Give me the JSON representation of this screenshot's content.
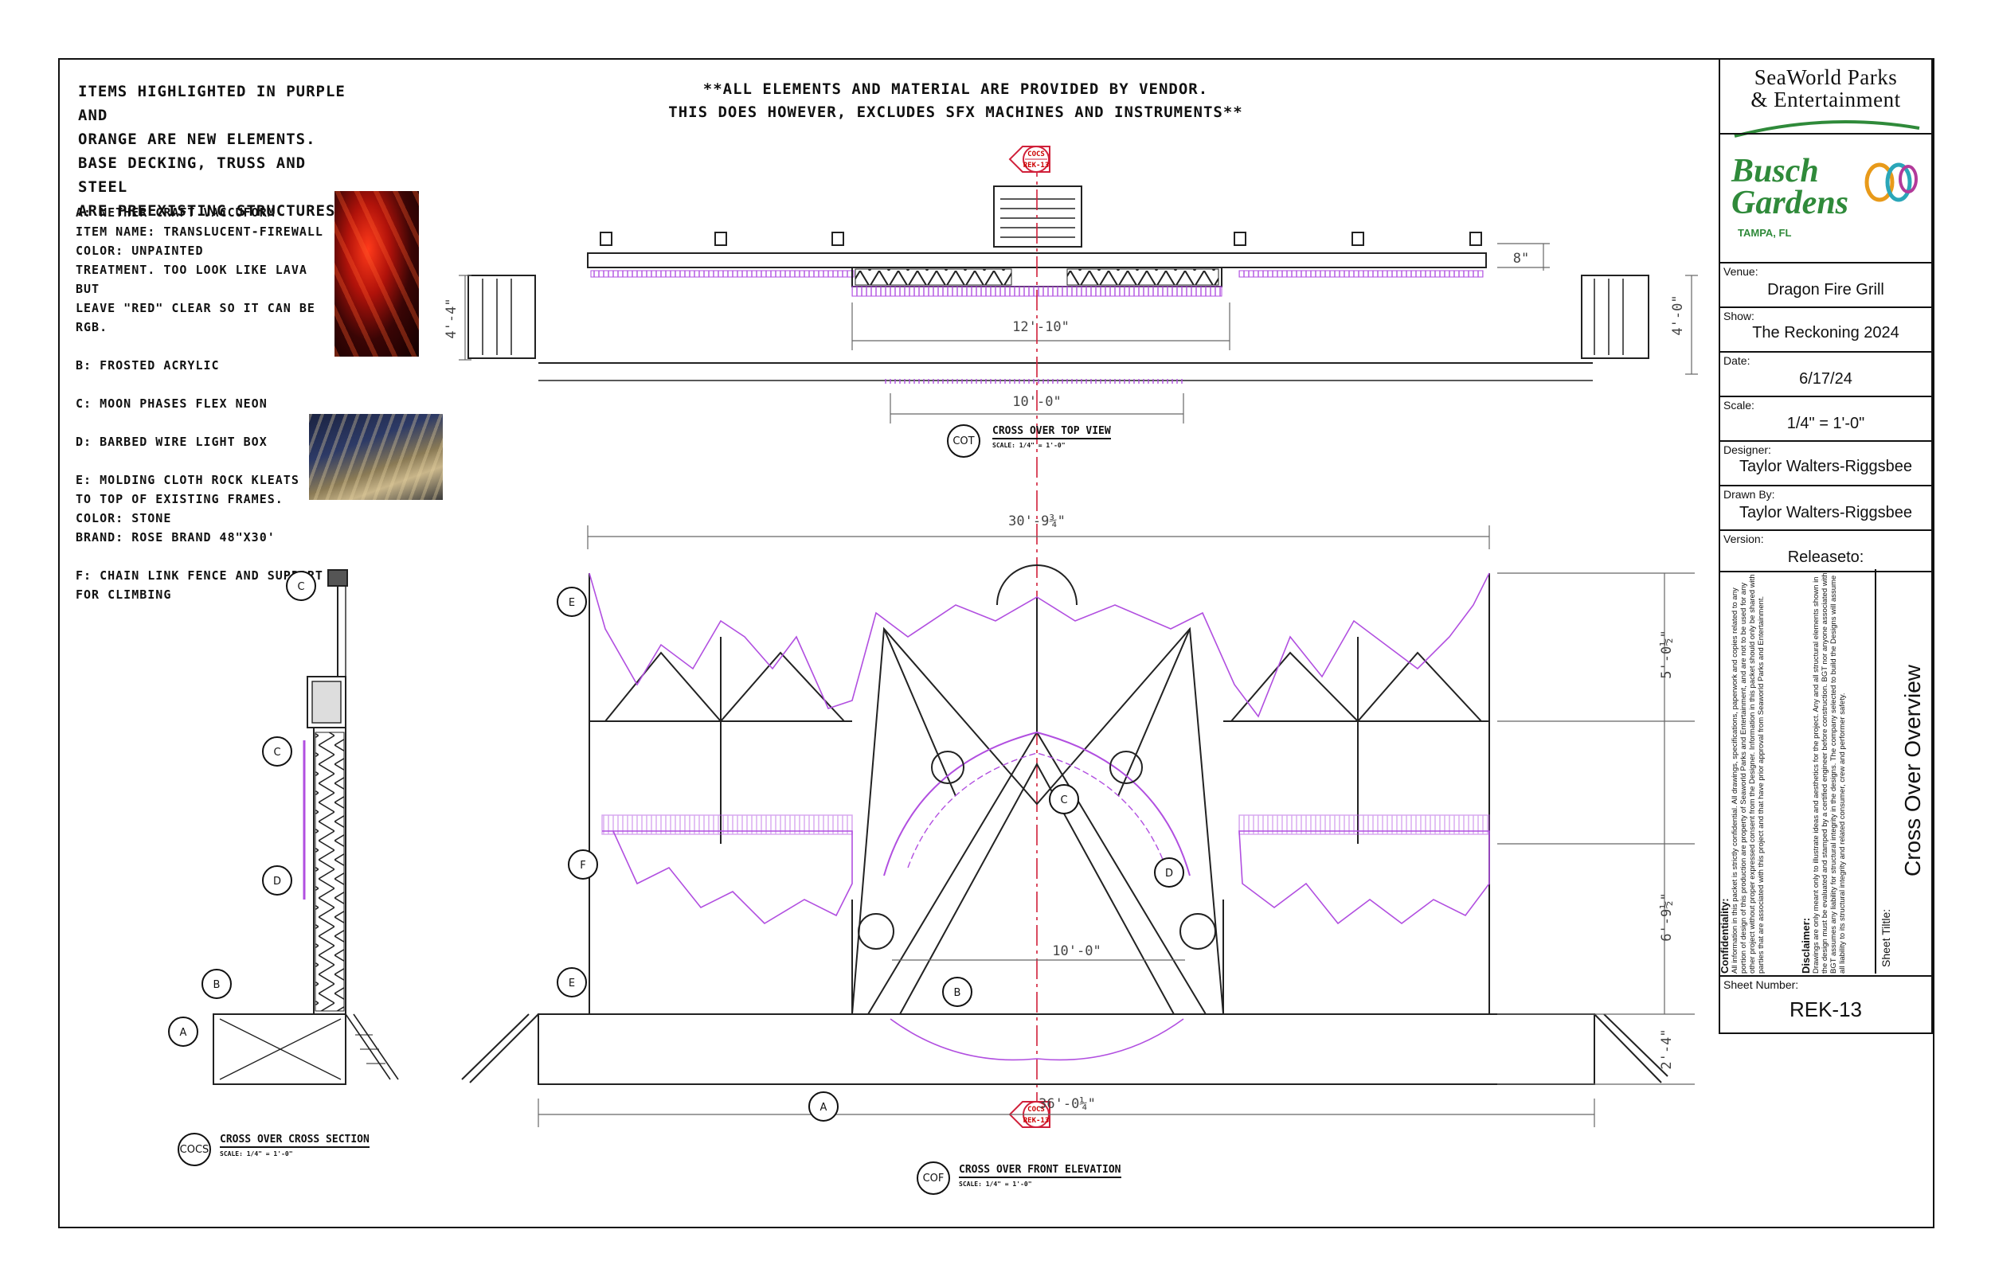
{
  "notes": {
    "line1": "Items highlighted in purple and",
    "line2": "orange are new elements.",
    "line3": "Base decking, truss and steel",
    "line4": "are preexisting structures."
  },
  "vendor_note": {
    "line1": "**All elements and material are provided by vendor.",
    "line2": "This does however, excludes SFX machines and instruments**"
  },
  "legend": [
    {
      "text": "A: Nether Craft Vaccuform\nItem name: Translucent-Firewall\nColor: Unpainted\nTreatment. Too look like lava but\nleave \"red\" clear so it can be RGB."
    },
    {
      "text": "B: Frosted Acrylic"
    },
    {
      "text": "C: Moon phases flex neon"
    },
    {
      "text": "D: Barbed wire light box"
    },
    {
      "text": "E: Molding cloth rock kleats\nto top of existing frames.\nColor: Stone\nBrand: Rose Brand 48\"x30'"
    },
    {
      "text": "F: Chain link fence and support\nfor climbing"
    }
  ],
  "dimensions": {
    "top_12_10": "12'-10\"",
    "top_10_0": "10'-0\"",
    "top_4_4": "4'-4\"",
    "top_4_0": "4'-0\"",
    "top_8": "8\"",
    "front_30_9": "30'-9¾\"",
    "front_5_0": "5'-0½\"",
    "front_6_9": "6'-9½\"",
    "front_2_4": "2'-4\"",
    "front_36_0": "36'-0¼\"",
    "front_10_0": "10'-0\""
  },
  "callouts": {
    "a": "A",
    "b": "B",
    "c": "C",
    "d": "D",
    "e": "E",
    "f": "F",
    "section_code": "COCS",
    "section_sheet": "REK-13",
    "cot": "COT",
    "cof": "COF",
    "cocs": "COCS"
  },
  "views": {
    "top_title": "Cross Over Top View",
    "top_scale": "Scale: 1/4\" = 1'-0\"",
    "section_title": "Cross Over Cross Section",
    "section_scale": "Scale: 1/4\" = 1'-0\"",
    "front_title": "Cross Over Front Elevation",
    "front_scale": "Scale: 1/4\" = 1'-0\""
  },
  "title_block": {
    "company_line1": "SeaWorld Parks",
    "company_line2": "& Entertainment",
    "logo_text_1": "Busch",
    "logo_text_2": "Gardens",
    "logo_location": "TAMPA, FL",
    "venue_label": "Venue:",
    "venue": "Dragon Fire Grill",
    "show_label": "Show:",
    "show": "The Reckoning 2024",
    "date_label": "Date:",
    "date": "6/17/24",
    "scale_label": "Scale:",
    "scale": "1/4\" = 1'-0\"",
    "designer_label": "Designer:",
    "designer": "Taylor Walters-Riggsbee",
    "drawn_label": "Drawn By:",
    "drawn_by": "Taylor Walters-Riggsbee",
    "version_label": "Version:",
    "version": "Releaseto:",
    "confidentiality_title": "Confidentiality:",
    "confidentiality_text": "All information in this packet is strictly confidential. All drawings, specifications, paperwork and copies related to any portion of design of this production are property of Seaworld Parks and Entertainment, and are not to be used for any other project without proper expressed consent from the Designer. Information in this packet should only be shared with parties that are associated with this project and that have prior approval from Seaworld Parks and Entertainment.",
    "disclaimer_title": "Disclaimer:",
    "disclaimer_text": "Drawings are only meant only to illustrate ideas and aesthetics for the project. Any and all structural elements shown in the design must be evaluated and stamped by a certified engineer before construction. BGT nor anyone associated with BGT assumes any liability for structural integrity in the designs. The company selected to build the Designs will assume all liability to its structural integrity and related consumer, crew and performer safety.",
    "sheet_title_label": "Sheet Tiltle:",
    "sheet_title": "Cross Over Overview",
    "sheet_number_label": "Sheet Number:",
    "sheet_number": "REK-13"
  },
  "colors": {
    "new_elements": "#b14fe0",
    "lines": "#1a1a1a",
    "centerline": "#d0203a",
    "logo_green": "#2f8a3a"
  }
}
